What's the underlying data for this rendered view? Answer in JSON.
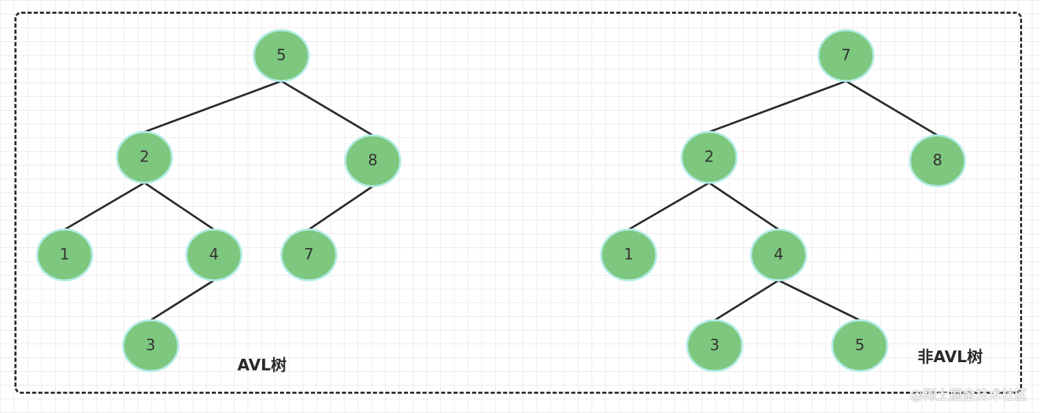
{
  "trees": [
    {
      "caption": "AVL树",
      "nodes": [
        {
          "id": "a5",
          "label": "5"
        },
        {
          "id": "a2",
          "label": "2"
        },
        {
          "id": "a8",
          "label": "8"
        },
        {
          "id": "a1",
          "label": "1"
        },
        {
          "id": "a4",
          "label": "4"
        },
        {
          "id": "a7",
          "label": "7"
        },
        {
          "id": "a3",
          "label": "3"
        }
      ],
      "edges": [
        [
          "a5",
          "a2"
        ],
        [
          "a5",
          "a8"
        ],
        [
          "a2",
          "a1"
        ],
        [
          "a2",
          "a4"
        ],
        [
          "a8",
          "a7"
        ],
        [
          "a4",
          "a3"
        ]
      ]
    },
    {
      "caption": "非AVL树",
      "nodes": [
        {
          "id": "b7",
          "label": "7"
        },
        {
          "id": "b2",
          "label": "2"
        },
        {
          "id": "b8",
          "label": "8"
        },
        {
          "id": "b1",
          "label": "1"
        },
        {
          "id": "b4",
          "label": "4"
        },
        {
          "id": "b3",
          "label": "3"
        },
        {
          "id": "b5",
          "label": "5"
        }
      ],
      "edges": [
        [
          "b7",
          "b2"
        ],
        [
          "b7",
          "b8"
        ],
        [
          "b2",
          "b1"
        ],
        [
          "b2",
          "b4"
        ],
        [
          "b4",
          "b3"
        ],
        [
          "b4",
          "b5"
        ]
      ]
    }
  ],
  "watermark": "@稀土掘金技术社区",
  "colors": {
    "node_fill": "#7ec77e",
    "node_outline": "#b3ece6",
    "edge": "#2b2b2b",
    "frame": "#2f2f2f"
  }
}
